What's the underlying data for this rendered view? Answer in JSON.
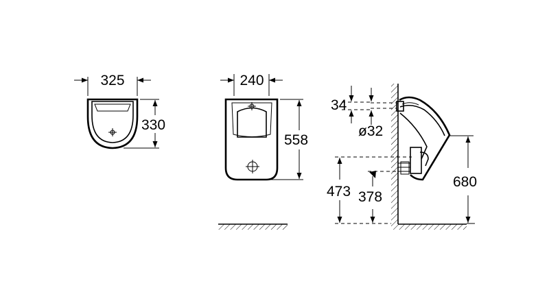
{
  "dimensions": {
    "front_width": "325",
    "front_height": "330",
    "side_width": "240",
    "side_height": "558",
    "inlet_offset": "34",
    "inlet_diameter": "ø32",
    "total_height": "680",
    "outlet_height": "473",
    "trap_height": "378"
  },
  "colors": {
    "ink": "#000000",
    "background": "#ffffff"
  }
}
